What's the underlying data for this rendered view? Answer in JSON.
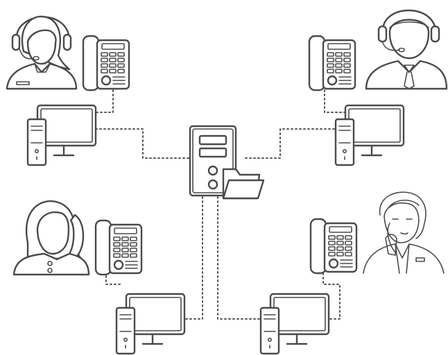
{
  "diagram": {
    "nodes": [
      {
        "id": "server",
        "kind": "file-server"
      },
      {
        "id": "agent-top-left",
        "kind": "person-headset-female",
        "equipment": [
          "desk-phone",
          "computer"
        ]
      },
      {
        "id": "agent-top-right",
        "kind": "person-headset-male",
        "equipment": [
          "desk-phone",
          "computer"
        ]
      },
      {
        "id": "agent-bottom-left",
        "kind": "person-on-phone-female",
        "equipment": [
          "desk-phone",
          "computer"
        ]
      },
      {
        "id": "agent-bottom-right",
        "kind": "person-on-phone-sketch",
        "equipment": [
          "desk-phone",
          "computer"
        ]
      }
    ],
    "connections": [
      {
        "from": "server",
        "to": "computer-top-left",
        "style": "dotted"
      },
      {
        "from": "server",
        "to": "computer-top-right",
        "style": "dotted"
      },
      {
        "from": "server",
        "to": "computer-bottom-left",
        "style": "dotted"
      },
      {
        "from": "server",
        "to": "computer-bottom-right",
        "style": "dotted"
      },
      {
        "from": "desk-phone",
        "to": "computer",
        "style": "dotted",
        "scope": "each-station"
      }
    ],
    "line_color": "#4a4a4a",
    "background": "#ffffff"
  }
}
